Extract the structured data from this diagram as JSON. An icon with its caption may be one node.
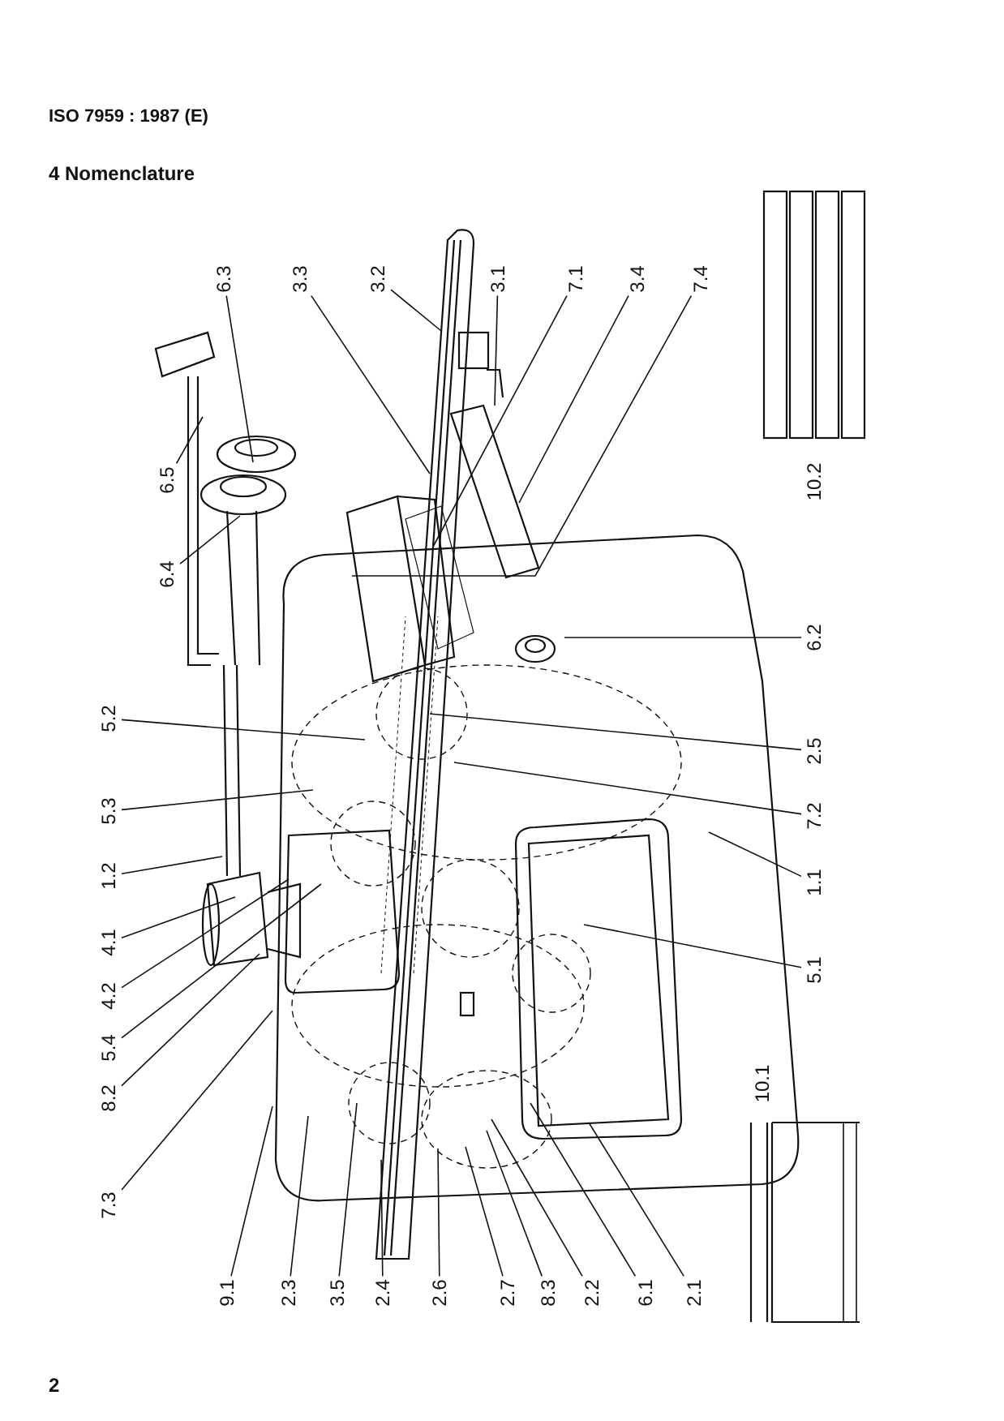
{
  "diagram": {
    "title": "4 Nomenclature",
    "nodes": [
      {
        "text": [
          "6.5"
        ]
      },
      {
        "text": [
          "6.3"
        ]
      },
      {
        "text": [
          "3.3"
        ]
      },
      {
        "text": [
          "3.2"
        ]
      },
      {
        "text": [
          "3.1"
        ]
      },
      {
        "text": [
          "7.1"
        ]
      },
      {
        "text": [
          "3.4"
        ]
      },
      {
        "text": [
          "7.4"
        ]
      },
      {
        "text": [
          "6.4"
        ]
      },
      {
        "text": [
          "6.2"
        ]
      },
      {
        "text": [
          "5.2"
        ]
      },
      {
        "text": [
          "2.5"
        ]
      },
      {
        "text": [
          "5.3"
        ]
      },
      {
        "text": [
          "7.2"
        ]
      },
      {
        "text": [
          "1.2"
        ]
      },
      {
        "text": [
          "1.1"
        ]
      },
      {
        "text": [
          "4.1"
        ]
      },
      {
        "text": [
          "5.1"
        ]
      },
      {
        "text": [
          "4.2"
        ]
      },
      {
        "text": [
          "5.4"
        ]
      },
      {
        "text": [
          "8.2"
        ]
      },
      {
        "text": [
          "7.3"
        ]
      },
      {
        "text": [
          "9.1"
        ]
      },
      {
        "text": [
          "2.3"
        ]
      },
      {
        "text": [
          "3.5"
        ]
      },
      {
        "text": [
          "2.4"
        ]
      },
      {
        "text": [
          "2.6"
        ]
      },
      {
        "text": [
          "2.7"
        ]
      },
      {
        "text": [
          "8.3"
        ]
      },
      {
        "text": [
          "2.2"
        ]
      },
      {
        "text": [
          "6.1"
        ]
      },
      {
        "text": [
          "2.1"
        ]
      }
    ],
    "edges": [
      {
        "from": 0,
        "to": null,
        "arrow": "none"
      },
      {
        "from": 1,
        "to": null,
        "arrow": "none"
      },
      {
        "from": 2,
        "to": null,
        "arrow": "none"
      },
      {
        "from": 3,
        "to": null,
        "arrow": "none"
      },
      {
        "from": 4,
        "to": null,
        "arrow": "none"
      },
      {
        "from": 5,
        "to": null,
        "arrow": "none"
      },
      {
        "from": 6,
        "to": null,
        "arrow": "none"
      },
      {
        "from": 7,
        "to": null,
        "arrow": "none"
      },
      {
        "from": 8,
        "to": null,
        "arrow": "none"
      },
      {
        "from": 9,
        "to": null,
        "arrow": "none"
      },
      {
        "from": 10,
        "to": null,
        "arrow": "none"
      },
      {
        "from": 11,
        "to": null,
        "arrow": "none"
      },
      {
        "from": 12,
        "to": null,
        "arrow": "none"
      },
      {
        "from": 13,
        "to": null,
        "arrow": "none"
      },
      {
        "from": 14,
        "to": null,
        "arrow": "none"
      },
      {
        "from": 15,
        "to": null,
        "arrow": "none"
      },
      {
        "from": 16,
        "to": null,
        "arrow": "none"
      },
      {
        "from": 17,
        "to": null,
        "arrow": "none"
      },
      {
        "from": 18,
        "to": null,
        "arrow": "none"
      },
      {
        "from": 19,
        "to": null,
        "arrow": "none"
      },
      {
        "from": 20,
        "to": null,
        "arrow": "none"
      },
      {
        "from": 21,
        "to": null,
        "arrow": "none"
      },
      {
        "from": 22,
        "to": null,
        "arrow": "none"
      },
      {
        "from": 23,
        "to": null,
        "arrow": "none"
      },
      {
        "from": 24,
        "to": null,
        "arrow": "none"
      },
      {
        "from": 25,
        "to": null,
        "arrow": "none"
      },
      {
        "from": 26,
        "to": null,
        "arrow": "none"
      },
      {
        "from": 27,
        "to": null,
        "arrow": "none"
      },
      {
        "from": 28,
        "to": null,
        "arrow": "none"
      },
      {
        "from": 29,
        "to": null,
        "arrow": "none"
      },
      {
        "from": 30,
        "to": null,
        "arrow": "none"
      },
      {
        "from": 31,
        "to": null,
        "arrow": "none"
      }
    ],
    "labels": [
      "ISO 7959 : 1987 (E)",
      "10.2",
      "10.1",
      "2"
    ]
  }
}
